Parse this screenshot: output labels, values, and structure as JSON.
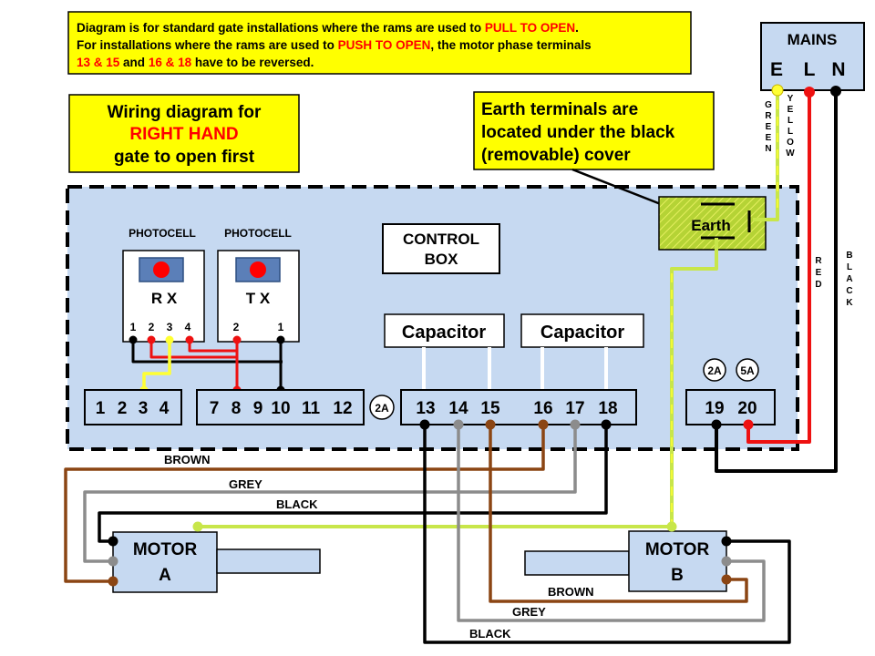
{
  "note": {
    "line1_a": "Diagram is for standard gate installations where the rams are used to ",
    "line1_b": "PULL TO OPEN",
    "line1_c": ".",
    "line2_a": "For installations where the rams are used to ",
    "line2_b": "PUSH TO OPEN",
    "line2_c": ", the motor phase terminals",
    "line3_a": "13 & 15",
    "line3_b": " and ",
    "line3_c": "16 & 18",
    "line3_d": " have to be reversed."
  },
  "title": {
    "line1": "Wiring diagram for",
    "line2": "RIGHT HAND",
    "line3": "gate to open first"
  },
  "earth_note": {
    "line1": "Earth terminals are",
    "line2": "located under the black",
    "line3": "(removable) cover"
  },
  "mains": {
    "title": "MAINS",
    "e": "E",
    "l": "L",
    "n": "N"
  },
  "control_box": {
    "line1": "CONTROL",
    "line2": "BOX"
  },
  "earth_label": "Earth",
  "photocells": [
    {
      "caption": "PHOTOCELL",
      "name": "R X",
      "pins": [
        "1",
        "2",
        "3",
        "4"
      ]
    },
    {
      "caption": "PHOTOCELL",
      "name": "T X",
      "pins": [
        "2",
        "1"
      ]
    }
  ],
  "capacitors": [
    "Capacitor",
    "Capacitor"
  ],
  "terminals": {
    "block1": [
      "1",
      "2",
      "3",
      "4"
    ],
    "block2": [
      "7",
      "8",
      "9",
      "10",
      "11",
      "12"
    ],
    "block3": [
      "13",
      "14",
      "15",
      "16",
      "17",
      "18"
    ],
    "block4": [
      "19",
      "20"
    ]
  },
  "fuses": {
    "fuse_left": "2A",
    "fuse_a": "2A",
    "fuse_b": "5A"
  },
  "motors": [
    {
      "line1": "MOTOR",
      "line2": "A"
    },
    {
      "line1": "MOTOR",
      "line2": "B"
    }
  ],
  "wire_labels": {
    "brown_top": "BROWN",
    "grey_top": "GREY",
    "black_top": "BLACK",
    "brown_bottom": "BROWN",
    "grey_bottom": "GREY",
    "black_bottom": "BLACK",
    "green": [
      "G",
      "R",
      "E",
      "E",
      "N"
    ],
    "yellow": [
      "Y",
      "E",
      "L",
      "L",
      "O",
      "W"
    ],
    "red": [
      "R",
      "E",
      "D"
    ],
    "black_vertical": [
      "B",
      "L",
      "A",
      "C",
      "K"
    ]
  },
  "colors": {
    "box_fill": "#c6d9f1",
    "callout_fill": "#ffff00",
    "highlight_red": "#ff0000",
    "brown": "#8b4513",
    "grey": "#8c8c8c",
    "black": "#000000",
    "red": "#ee1111",
    "green_yellow": "#c8e64a",
    "earth_fill": "#b5d335"
  }
}
